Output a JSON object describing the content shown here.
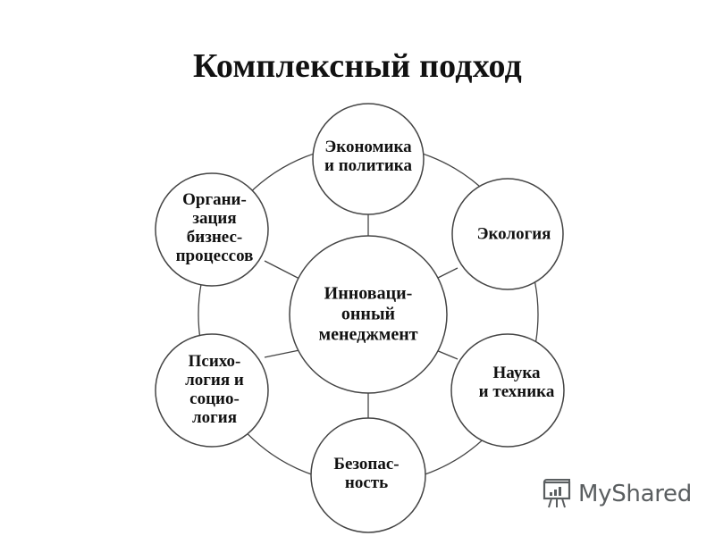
{
  "title": "Комплексный подход",
  "diagram": {
    "center": {
      "label": "Инноваци-\nонный\nменеджмент"
    },
    "nodes": [
      {
        "id": "economics",
        "label": "Экономика\nи политика"
      },
      {
        "id": "ecology",
        "label": "Экология"
      },
      {
        "id": "science",
        "label": "Наука\nи техника"
      },
      {
        "id": "security",
        "label": "Безопас-\nность"
      },
      {
        "id": "psychology",
        "label": "Психо-\nлогия и\nсоцио-\nлогия"
      },
      {
        "id": "organization",
        "label": "Органи-\nзация\nбизнес-\nпроцессов"
      }
    ],
    "colors": {
      "stroke": "#444444",
      "fill": "#ffffff",
      "text": "#111111"
    }
  },
  "watermark": {
    "text": "MyShared",
    "icon": "presentation-board-icon",
    "color": "#5a5e60"
  }
}
